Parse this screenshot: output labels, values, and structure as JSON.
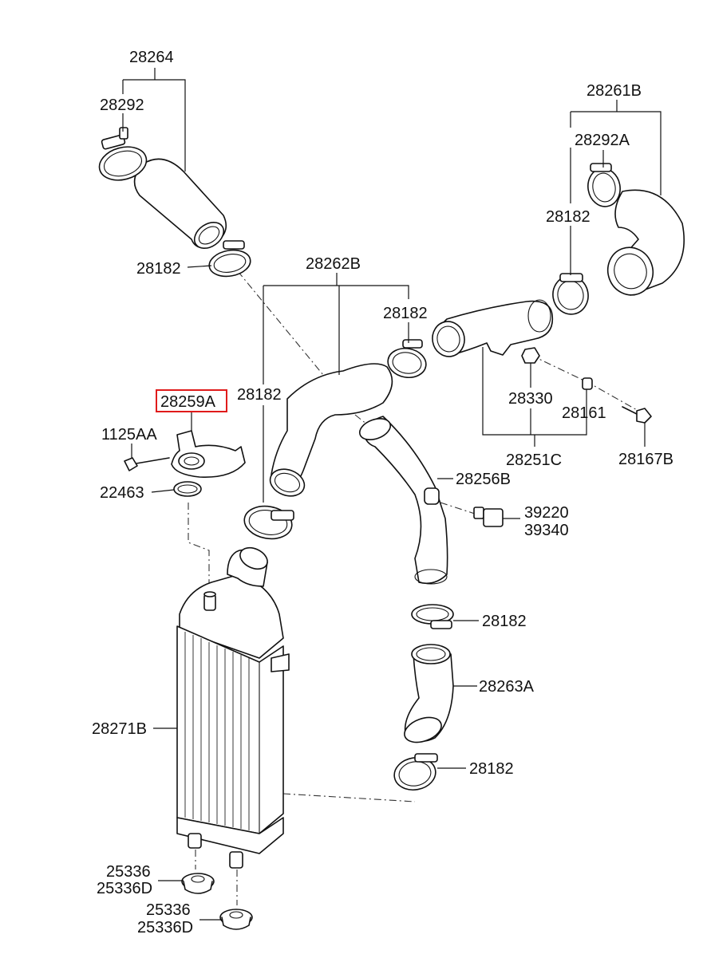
{
  "diagram": {
    "highlight_color": "#e01b1b",
    "labels": {
      "p28264": "28264",
      "p28292": "28292",
      "p28182_a": "28182",
      "p28262B": "28262B",
      "p28182_b": "28182",
      "p28182_c": "28182",
      "p28261B": "28261B",
      "p28292A": "28292A",
      "p28182_d": "28182",
      "p28259A": "28259A",
      "p1125AA": "1125AA",
      "p22463": "22463",
      "p28330": "28330",
      "p28161": "28161",
      "p28251C": "28251C",
      "p28167B": "28167B",
      "p28256B": "28256B",
      "p39220": "39220",
      "p39340": "39340",
      "p28182_e": "28182",
      "p28263A": "28263A",
      "p28182_f": "28182",
      "p28271B": "28271B",
      "p25336_a": "25336",
      "p25336D_a": "25336D",
      "p25336_b": "25336",
      "p25336D_b": "25336D"
    }
  }
}
